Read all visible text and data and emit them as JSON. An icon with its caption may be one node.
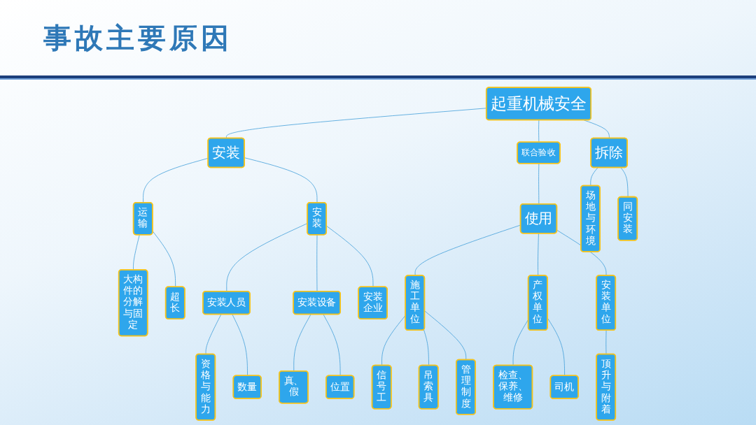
{
  "diagram": {
    "title": "事故主要原因",
    "nodes": [
      {
        "text": [
          "起重机械安全"
        ]
      },
      {
        "text": [
          "安装"
        ]
      },
      {
        "text": [
          "联合验收"
        ]
      },
      {
        "text": [
          "拆除"
        ]
      },
      {
        "text": [
          "运输"
        ]
      },
      {
        "text": [
          "安装"
        ]
      },
      {
        "text": [
          "使用"
        ]
      },
      {
        "text": [
          "场地与环境"
        ]
      },
      {
        "text": [
          "同安装"
        ]
      },
      {
        "text": [
          "大构件的分解与固定"
        ]
      },
      {
        "text": [
          "超长"
        ]
      },
      {
        "text": [
          "安装人员"
        ]
      },
      {
        "text": [
          "安装设备"
        ]
      },
      {
        "text": [
          "安装企业"
        ]
      },
      {
        "text": [
          "施工单位"
        ]
      },
      {
        "text": [
          "产权单位"
        ]
      },
      {
        "text": [
          "安装单位"
        ]
      },
      {
        "text": [
          "资格与能力"
        ]
      },
      {
        "text": [
          "数量"
        ]
      },
      {
        "text": [
          "真、假"
        ]
      },
      {
        "text": [
          "位置"
        ]
      },
      {
        "text": [
          "信号工"
        ]
      },
      {
        "text": [
          "吊索具"
        ]
      },
      {
        "text": [
          "管理制度"
        ]
      },
      {
        "text": [
          "检查、保养、维修"
        ]
      },
      {
        "text": [
          "司机"
        ]
      },
      {
        "text": [
          "顶升与附着"
        ]
      }
    ],
    "edges": [
      {
        "from": 0,
        "to": 1,
        "arrow": "none"
      },
      {
        "from": 0,
        "to": 2,
        "arrow": "none"
      },
      {
        "from": 0,
        "to": 3,
        "arrow": "none"
      },
      {
        "from": 1,
        "to": 4,
        "arrow": "none"
      },
      {
        "from": 1,
        "to": 5,
        "arrow": "none"
      },
      {
        "from": 2,
        "to": 6,
        "arrow": "none"
      },
      {
        "from": 3,
        "to": 7,
        "arrow": "none"
      },
      {
        "from": 3,
        "to": 8,
        "arrow": "none"
      },
      {
        "from": 4,
        "to": 9,
        "arrow": "none"
      },
      {
        "from": 4,
        "to": 10,
        "arrow": "none"
      },
      {
        "from": 5,
        "to": 11,
        "arrow": "none"
      },
      {
        "from": 5,
        "to": 12,
        "arrow": "none"
      },
      {
        "from": 5,
        "to": 13,
        "arrow": "none"
      },
      {
        "from": 6,
        "to": 14,
        "arrow": "none"
      },
      {
        "from": 6,
        "to": 15,
        "arrow": "none"
      },
      {
        "from": 6,
        "to": 16,
        "arrow": "none"
      },
      {
        "from": 11,
        "to": 17,
        "arrow": "none"
      },
      {
        "from": 11,
        "to": 18,
        "arrow": "none"
      },
      {
        "from": 12,
        "to": 19,
        "arrow": "none"
      },
      {
        "from": 12,
        "to": 20,
        "arrow": "none"
      },
      {
        "from": 14,
        "to": 21,
        "arrow": "none"
      },
      {
        "from": 14,
        "to": 22,
        "arrow": "none"
      },
      {
        "from": 14,
        "to": 23,
        "arrow": "none"
      },
      {
        "from": 15,
        "to": 24,
        "arrow": "none"
      },
      {
        "from": 15,
        "to": 25,
        "arrow": "none"
      },
      {
        "from": 16,
        "to": 26,
        "arrow": "none"
      }
    ]
  }
}
